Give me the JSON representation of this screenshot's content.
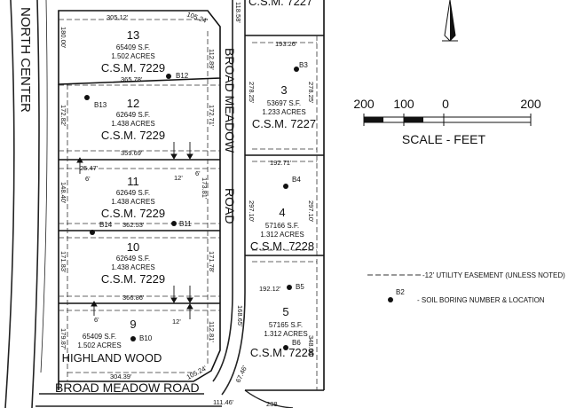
{
  "roads": {
    "north_center": "NORTH CENTER",
    "broad_meadow_vertical": "BROAD MEADOW",
    "road_word": "ROAD",
    "broad_meadow_bottom": "BROAD MEADOW ROAD",
    "top_right_csm": "C.S.M. 7227"
  },
  "lots": [
    {
      "number": "13",
      "area_sf": "65409 S.F.",
      "acres": "1.502 ACRES",
      "csm": "C.S.M. 7229"
    },
    {
      "number": "12",
      "area_sf": "62649 S.F.",
      "acres": "1.438 ACRES",
      "csm": "C.S.M. 7229"
    },
    {
      "number": "11",
      "area_sf": "62649 S.F.",
      "acres": "1.438 ACRES",
      "csm": "C.S.M. 7229"
    },
    {
      "number": "10",
      "area_sf": "62649 S.F.",
      "acres": "1.438 ACRES",
      "csm": "C.S.M. 7229"
    },
    {
      "number": "9",
      "area_sf": "65409 S.F.",
      "acres": "1.502 ACRES",
      "csm": "HIGHLAND WOOD"
    },
    {
      "number": "3",
      "area_sf": "53697 S.F.",
      "acres": "1.233 ACRES",
      "csm": "C.S.M. 7227"
    },
    {
      "number": "4",
      "area_sf": "57166 S.F.",
      "acres": "1.312 ACRES",
      "csm": "C.S.M. 7228"
    },
    {
      "number": "5",
      "area_sf": "57165 S.F.",
      "acres": "1.312 ACRES",
      "csm": "C.S.M. 7228"
    }
  ],
  "dimensions": {
    "top_305": "305.12'",
    "top_105": "105.24'",
    "side_180": "180.00'",
    "side_112_top": "112.89'",
    "line_365": "365.78'",
    "side_172": "172.82'",
    "side_172_71": "172.71'",
    "line_359": "359.69'",
    "d_12_a": "12'",
    "d_6_a": "6'",
    "d_25": "25.47'",
    "d_6_b": "6'",
    "side_148": "148.40'",
    "side_173": "173.81'",
    "line_362": "362.53'",
    "side_171_83": "171.83'",
    "side_171_78": "171.78'",
    "line_366": "366.86'",
    "d_6_c": "6'",
    "d_12_b": "12'",
    "side_179": "179.87'",
    "side_112_bot": "112.81'",
    "bottom_304": "304.39'",
    "bottom_105": "105.24'",
    "top_118": "118.58'",
    "r_193": "193.26'",
    "r_278_a": "278.25'",
    "r_278_b": "278.25'",
    "r_192_71": "192.71'",
    "r_297": "297.10'",
    "r_297_b": "297.10'",
    "r_192_12": "192.12'",
    "r_168": "168.65'",
    "r_348": "348.94'",
    "r_67": "67.46'",
    "b_111": "111.46'",
    "b_238": "238"
  },
  "borings": [
    "B12",
    "B13",
    "B3",
    "B11",
    "B14",
    "B4",
    "B10",
    "B5",
    "B6"
  ],
  "scale": {
    "ticks": [
      "200",
      "100",
      "0",
      "200"
    ],
    "label": "SCALE - FEET"
  },
  "legend": {
    "easement": "-12' UTILITY EASEMENT (UNLESS NOTED)",
    "boring_id": "B2",
    "boring_desc": "- SOIL BORING NUMBER & LOCATION"
  }
}
